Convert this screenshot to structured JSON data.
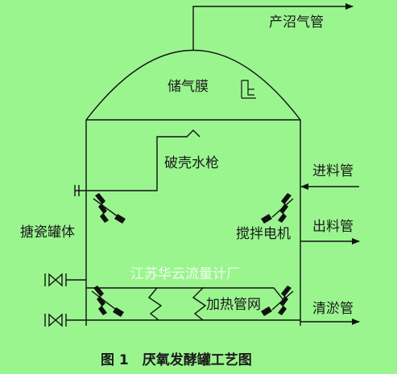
{
  "figure": {
    "caption": "图 1　厌氧发酵罐工艺图",
    "watermark": "江苏华云流量计厂"
  },
  "labels": {
    "biogas_pipe": "产沼气管",
    "gas_membrane": "储气膜",
    "shell_breaking_water_gun": "破壳水枪",
    "enamel_tank_body": "搪瓷罐体",
    "feed_pipe": "进料管",
    "discharge_pipe": "出料管",
    "agitator_motor": "搅拌电机",
    "heating_pipe_network": "加热管网",
    "sludge_pipe": "清淤管"
  },
  "colors": {
    "background": "#9AF58F",
    "line": "#111111"
  }
}
